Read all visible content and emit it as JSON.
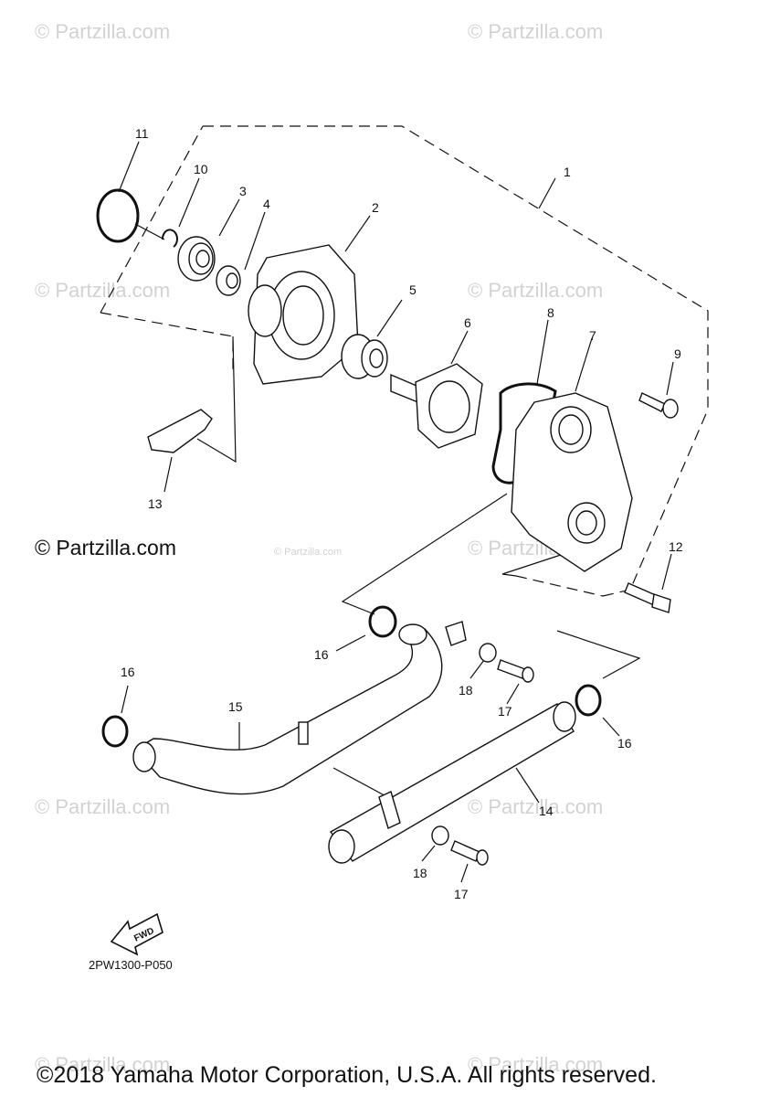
{
  "watermarks": [
    "© Partzilla.com",
    "© Partzilla.com",
    "© Partzilla.com",
    "© Partzilla.com",
    "© Partzilla.com",
    "© Partzilla.com",
    "© Partzilla.com",
    "© Partzilla.com",
    "© Partzilla.com",
    "© Partzilla.com"
  ],
  "main_watermark": "© Partzilla.com",
  "callouts": [
    "1",
    "2",
    "3",
    "4",
    "5",
    "6",
    "7",
    "8",
    "9",
    "10",
    "11",
    "12",
    "13",
    "14",
    "15",
    "16",
    "16",
    "16",
    "17",
    "17",
    "18",
    "18"
  ],
  "fwd_label": "FWD",
  "diagram_code": "2PW1300-P050",
  "copyright": "©2018 Yamaha Motor Corporation, U.S.A. All rights reserved."
}
